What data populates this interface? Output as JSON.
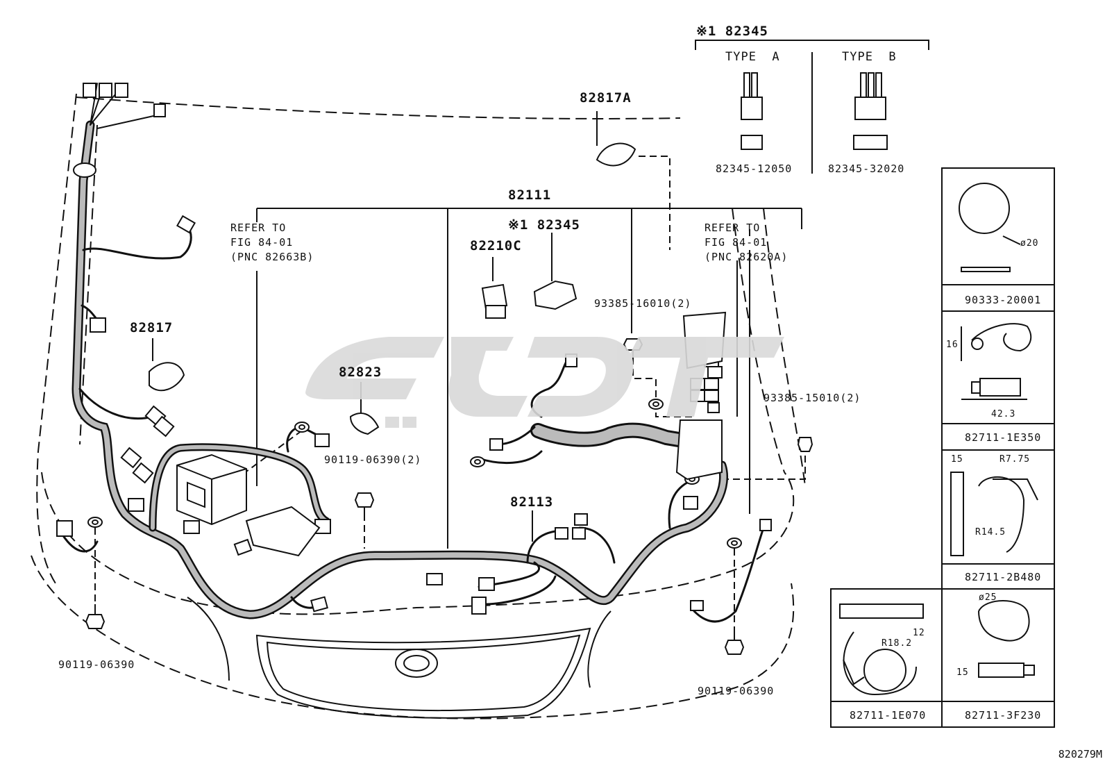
{
  "labels": {
    "top_note": "※1 82345",
    "type_a": "TYPE  A",
    "type_b": "TYPE  B",
    "pn_a": "82345-12050",
    "pn_b": "82345-32020",
    "p82817a": "82817A",
    "p82111": "82111",
    "p82345": "※1 82345",
    "p82210c": "82210C",
    "refer_left": "REFER TO\nFIG 84-01\n(PNC 82663B)",
    "refer_right": "REFER TO\nFIG 84-01\n(PNC 82620A)",
    "p82817": "82817",
    "p82823": "82823",
    "bolt_mid": "90119-06390(2)",
    "p82113": "82113",
    "clip_16010": "93385-16010(2)",
    "clip_15010": "93385-15010(2)",
    "bolt_left": "90119-06390",
    "bolt_right": "90119-06390",
    "diagram_id": "820279M"
  },
  "side_panels": [
    {
      "part": "90333-20001",
      "dims": [
        "ø20"
      ]
    },
    {
      "part": "82711-1E350",
      "dims": [
        "16",
        "42.3"
      ]
    },
    {
      "part": "82711-2B480",
      "dims": [
        "15",
        "R7.75",
        "R14.5"
      ]
    },
    {
      "part": "82711-1E070",
      "dims": [
        "12",
        "R18.2"
      ]
    },
    {
      "part": "82711-3F230",
      "dims": [
        "ø25",
        "15"
      ]
    }
  ]
}
